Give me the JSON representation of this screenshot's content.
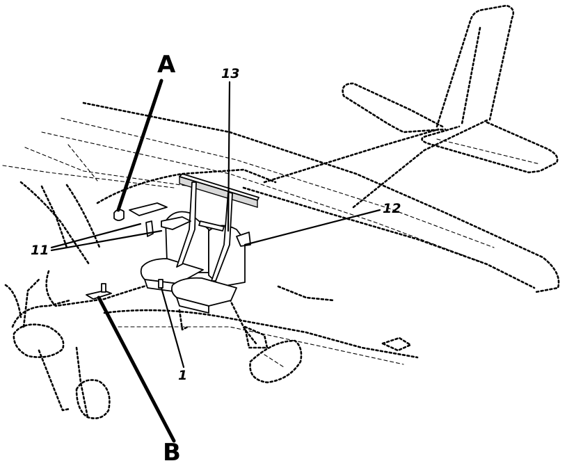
{
  "diagram": {
    "callouts": {
      "A": "A",
      "B": "B",
      "item_1": "1",
      "item_11": "11",
      "item_12": "12",
      "item_13": "13"
    }
  }
}
